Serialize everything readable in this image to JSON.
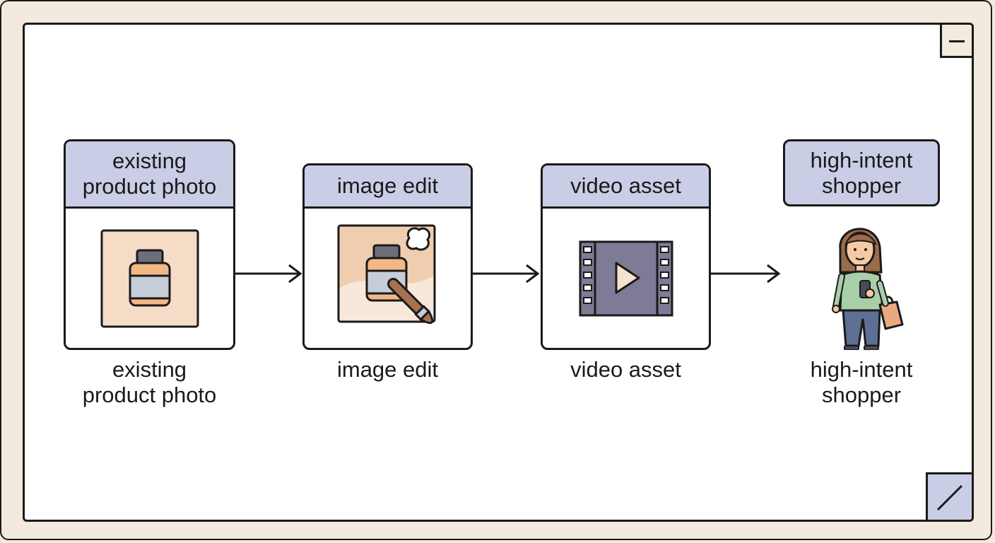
{
  "steps": [
    {
      "header_line1": "existing",
      "header_line2": "product photo",
      "caption_line1": "existing",
      "caption_line2": "product photo",
      "icon": "product-bottle-icon"
    },
    {
      "header_line1": "image edit",
      "caption_line1": "image edit",
      "icon": "image-edit-icon"
    },
    {
      "header_line1": "video asset",
      "caption_line1": "video asset",
      "icon": "film-play-icon"
    },
    {
      "header_line1": "high-intent",
      "header_line2": "shopper",
      "caption_line1": "high-intent",
      "caption_line2": "shopper",
      "icon": "shopper-person-icon"
    }
  ],
  "window": {
    "minimize_icon": "minimize-icon",
    "resize_icon": "resize-handle-icon"
  },
  "colors": {
    "outer_frame": "#f3e9dc",
    "header_fill": "#c9cde6",
    "photo_bg": "#f5dcc6",
    "bottle_label": "#c5cdd8",
    "bottle_cap": "#6e6d7c",
    "bottle_body": "#f3b886",
    "film": "#7d7b95",
    "play_fill": "#f3e2cc",
    "brush_handle": "#a97052",
    "shopper_shirt": "#a8cfa8",
    "shopper_pants": "#5d6f92",
    "shopper_hair": "#9b6b4c",
    "shopping_bag": "#eaa980"
  }
}
